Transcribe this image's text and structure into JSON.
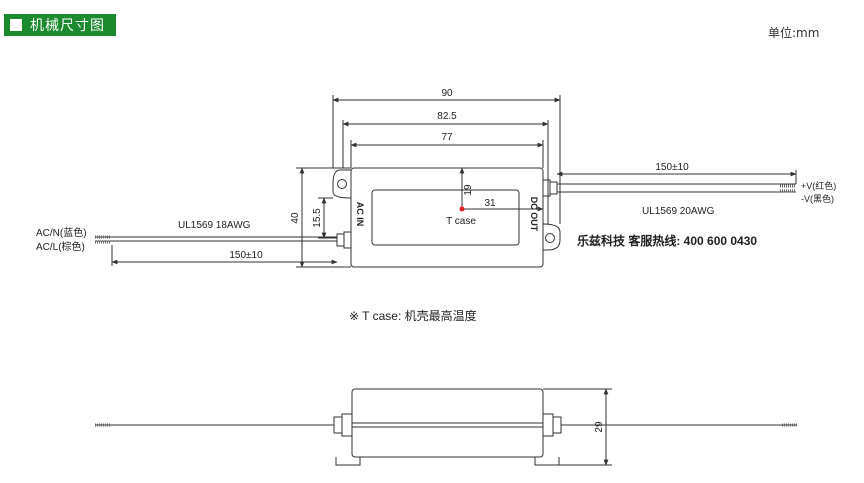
{
  "header": {
    "title": "机械尺寸图"
  },
  "unit": "单位:mm",
  "dims": {
    "w90": "90",
    "w82_5": "82.5",
    "w77": "77",
    "h40": "40",
    "h15_5": "15.5",
    "v19": "19",
    "h31": "31",
    "out_len": "150±10",
    "in_len": "150±10",
    "h29": "29"
  },
  "labels": {
    "tcase": "T case",
    "ac_in": "AC IN",
    "dc_out": "DC OUT",
    "in_cable": "UL1569  18AWG",
    "out_cable": "UL1569  20AWG",
    "ac_n": "AC/N(蓝色)",
    "ac_l": "AC/L(棕色)",
    "v_plus": "+V(红色)",
    "v_minus": "-V(黑色)",
    "hotline": "乐兹科技 客服热线:  400 600 0430",
    "note": "※ T case: 机壳最高温度"
  },
  "colors": {
    "accent": "#1c8a2e",
    "tcase_dot": "#e02020"
  }
}
